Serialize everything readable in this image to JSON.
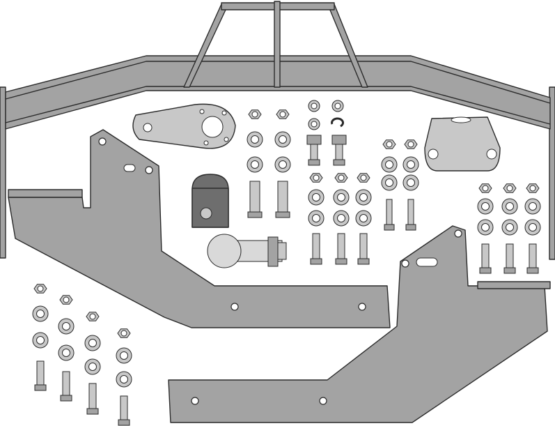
{
  "drawing": {
    "colors": {
      "background": "#ffffff",
      "steel": "#a3a3a3",
      "steel_light": "#c8c8c8",
      "steel_dark": "#6e6e6e",
      "outline": "#2a2a2a",
      "chrome": "#d9d9d9"
    },
    "parts": [
      "crossbar",
      "upper-frame",
      "left-bracket",
      "right-bracket",
      "socket-plate",
      "socket-cover",
      "tow-ball",
      "mounting-bracket",
      "nuts",
      "washers",
      "bolts"
    ]
  }
}
